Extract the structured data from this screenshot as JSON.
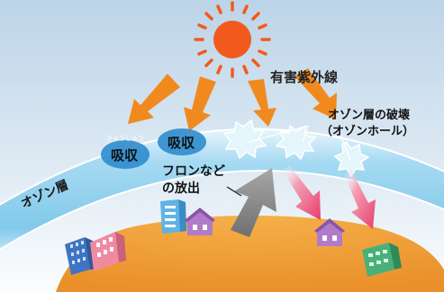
{
  "labels": {
    "uv": "有害紫外線",
    "ozone_layer": "オゾン層",
    "absorb_ruby": "きゅうしゅう",
    "absorb_1": "吸収",
    "absorb_2": "吸収",
    "destruction_line1": "オゾン層の破壊",
    "destruction_line2": "（オゾンホール）",
    "freon_line1": "フロンなど",
    "freon_line2": "の放出"
  },
  "colors": {
    "sky_top": "#bcd4e8",
    "sky_bottom": "#f6fbfe",
    "ozone_band": "#8fd0ef",
    "ozone_band_edge": "#ffffff",
    "sun": "#f25a1d",
    "uv_arrow": "#f08a1e",
    "penetrating_arrow": "#ea4c73",
    "freon_arrow": "#8a8a8a",
    "ground": "#f0a23a",
    "absorb_oval": "#2f8fcf",
    "hole_burst": "#dff4fc"
  },
  "icons": [
    "sun-icon",
    "uv-arrow-icon",
    "ozone-hole-burst-icon",
    "freon-arrow-icon",
    "building-icon",
    "house-icon"
  ]
}
